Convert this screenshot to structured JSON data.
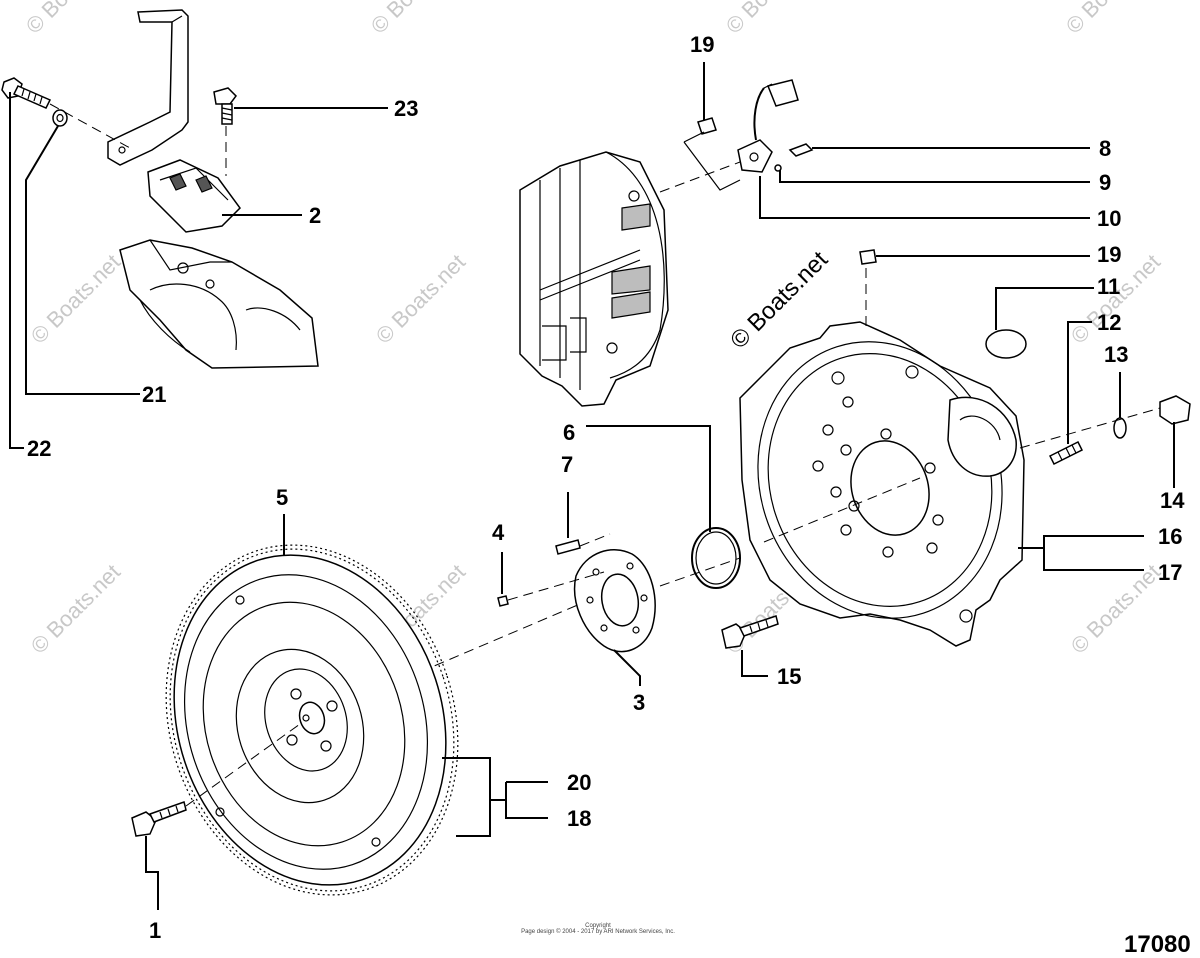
{
  "callouts": {
    "c1": "1",
    "c2": "2",
    "c3": "3",
    "c4": "4",
    "c5": "5",
    "c6": "6",
    "c7": "7",
    "c8": "8",
    "c9": "9",
    "c10": "10",
    "c11": "11",
    "c12": "12",
    "c13": "13",
    "c14": "14",
    "c15": "15",
    "c16": "16",
    "c17": "17",
    "c18": "18",
    "c19a": "19",
    "c19b": "19",
    "c20": "20",
    "c21": "21",
    "c22": "22",
    "c23": "23"
  },
  "watermark": "© Boats.net",
  "figure_number": "17080",
  "copyright_line1": "Copyright",
  "copyright_line2": "Page design © 2004 - 2017 by ARI Network Services, Inc."
}
